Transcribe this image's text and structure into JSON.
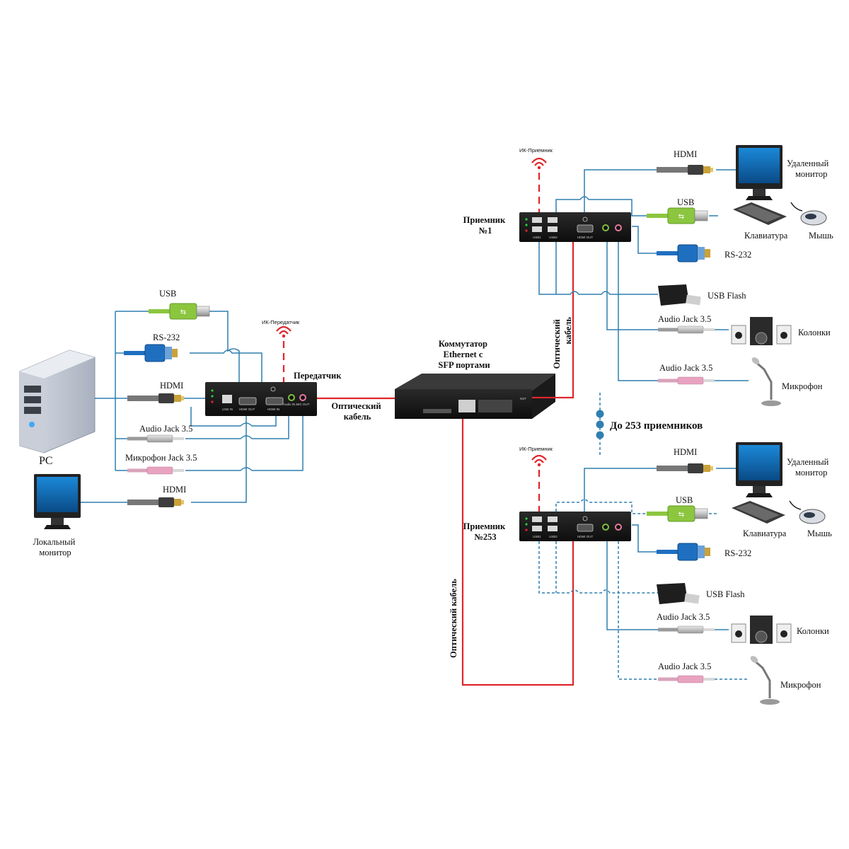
{
  "labels": {
    "pc": "PC",
    "local_monitor": "Локальный\nмонитор",
    "transmitter": "Передатчик",
    "ir_transmitter": "ИК-Передатчик",
    "optical_cable_main": "Оптический\nкабель",
    "switch": "Коммутатор\nEthernet  с\nSFP  портами",
    "optical_cable_vertical1": "Оптический\nкабель",
    "optical_cable_vertical2": "Оптический кабель",
    "up_to": "До 253 приемников",
    "receiver1": "Приемник\n№1",
    "receiver253": "Приемник\n№253",
    "ir_receiver": "ИК-Приемник"
  },
  "tx_cables": {
    "usb": "USB",
    "rs232": "RS-232",
    "hdmi": "HDMI",
    "audio": "Audio Jack 3.5",
    "mic": "Микрофон Jack 3.5",
    "hdmi_local": "HDMI"
  },
  "rx_cables": {
    "hdmi": "HDMI",
    "usb": "USB",
    "rs232": "RS-232",
    "usb_flash": "USB Flash",
    "audio": "Audio Jack 3.5",
    "mic": "Audio Jack 3.5"
  },
  "rx_devices": {
    "remote_monitor": "Удаленный\nмонитор",
    "keyboard": "Клавиатура",
    "mouse": "Мышь",
    "speakers": "Колонки",
    "microphone": "Микрофон"
  },
  "panel_tx": {
    "usb_in": "USB IN",
    "hdmi_out": "HDMI OUT",
    "hdmi_in": "HDMI IN",
    "audio": "Audio IN  MIC OUT"
  },
  "panel_rx": {
    "usb1": "USB1",
    "usb2": "USB2",
    "hdmi_out": "HDMI OUT"
  },
  "colors": {
    "cable_line": "#2f7fb0",
    "optical": "#e0262b",
    "usb_plug": "#8cc63f",
    "rs232_plug": "#1f6fc0",
    "hdmi_plug": "#caa23a",
    "mic_plug": "#e8a3c0"
  }
}
